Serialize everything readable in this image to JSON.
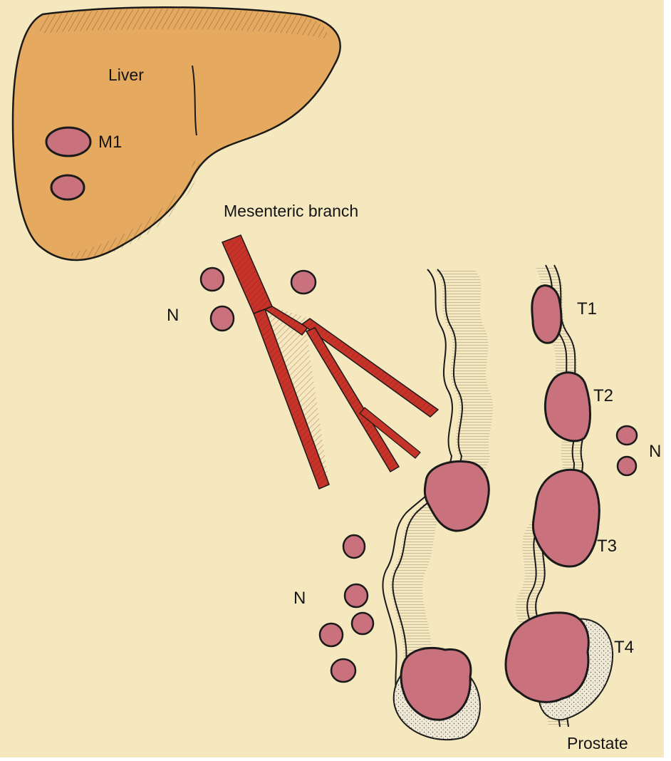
{
  "labels": {
    "liver": "Liver",
    "m1": "M1",
    "mesenteric": "Mesenteric branch",
    "n_upper": "N",
    "n_right": "N",
    "n_lower": "N",
    "t1": "T1",
    "t2": "T2",
    "t3": "T3",
    "t4": "T4",
    "prostate": "Prostate"
  },
  "colors": {
    "background": "#f5e8be",
    "liver": "#e5aa5f",
    "tumor": "#c9727d",
    "vessel": "#c63328",
    "prostate": "#efe8d5",
    "outline": "#1a1a1a"
  }
}
